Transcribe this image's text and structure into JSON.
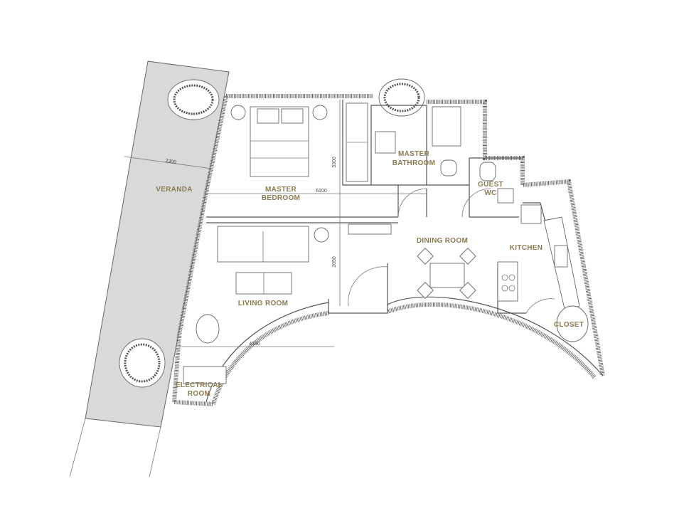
{
  "rooms": {
    "veranda": "VERANDA",
    "master_bedroom": [
      "MASTER",
      "BEDROOM"
    ],
    "master_bathroom": [
      "MASTER",
      "BATHROOM"
    ],
    "guest_wc": [
      "GUEST",
      "WC"
    ],
    "dining_room": "DINING ROOM",
    "kitchen": "KITCHEN",
    "living_room": "LIVING ROOM",
    "closet": "CLOSET",
    "electrical_room": [
      "ELECTRICAL",
      "ROOM"
    ]
  },
  "dimensions": {
    "veranda_width": "2300",
    "bedroom_width": "6100",
    "bedroom_depth": "3300",
    "living_depth": "2050",
    "living_width": "4150"
  },
  "colors": {
    "label": "#8b7b52",
    "veranda_fill": "#d9d9d9",
    "wall": "#555555"
  }
}
